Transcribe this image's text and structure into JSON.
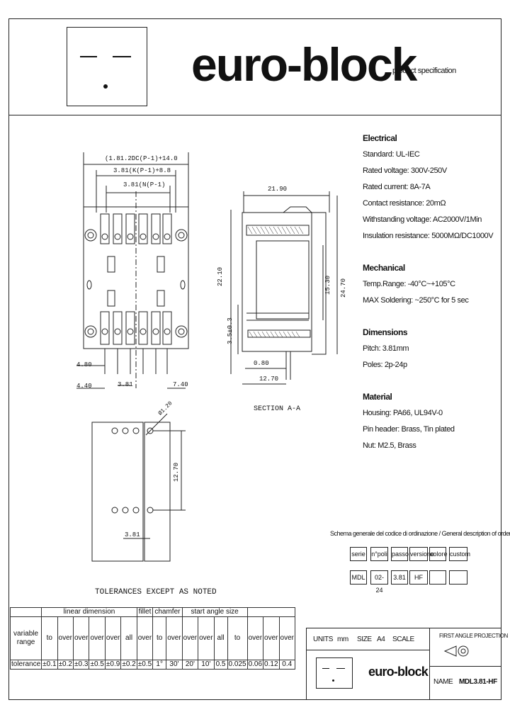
{
  "header": {
    "brand": "euro-block",
    "subtitle": "product specification"
  },
  "specs": {
    "electrical": {
      "heading": "Electrical",
      "lines": [
        "Standard: UL-IEC",
        "Rated voltage: 300V-250V",
        "Rated current: 8A-7A",
        "Contact resistance: 20mΩ",
        "Withstanding voltage: AC2000V/1Min",
        "Insulation resistance: 5000MΩ/DC1000V"
      ]
    },
    "mechanical": {
      "heading": "Mechanical",
      "lines": [
        "Temp.Range: -40°C~+105°C",
        "MAX Soldering: ~250°C for 5 sec"
      ]
    },
    "dimensions": {
      "heading": "Dimensions",
      "lines": [
        "Pitch: 3.81mm",
        "Poles: 2p-24p"
      ]
    },
    "material": {
      "heading": "Material",
      "lines": [
        "Housing: PA66, UL94V-0",
        "Pin header: Brass, Tin plated",
        "Nut: M2.5, Brass"
      ]
    }
  },
  "drawing": {
    "dim_top1": "(1.81.2DC(P-1)+14.0",
    "dim_top2": "3.81(K(P-1)+8.8",
    "dim_top3": "3.81(N(P-1)",
    "dim_2190": "21.90",
    "dim_2210": "22.10",
    "dim_2470": "24.70",
    "dim_1530": "15.30",
    "dim_35": "3.5±0.3",
    "dim_080": "0.80",
    "dim_1270b": "12.70",
    "dim_480": "4.80",
    "dim_440": "4.40",
    "dim_381": "3.81",
    "dim_740": "7.40",
    "section": "SECTION A-A",
    "dim_12": "Ø1.20",
    "dim_1270": "12.70",
    "dim_381b": "3.81"
  },
  "order_code": {
    "caption": "Schema generale del codice di ordinazione / General description of ordering code",
    "labels": [
      "serie",
      "n°poli",
      "passo",
      "versione",
      "colore",
      "custom"
    ],
    "values": [
      "MDL",
      "02-24",
      "3.81",
      "HF",
      "",
      ""
    ]
  },
  "tolerance": {
    "title": "TOLERANCES EXCEPT AS NOTED",
    "head": [
      "linear dimension",
      "fillet",
      "chamfer",
      "start angle size"
    ],
    "row_label1": "variable",
    "row_label2": "range",
    "over_label": "over",
    "to_label": "to",
    "all_label": "all",
    "tol_label": "tolerance",
    "values": [
      "±0.1",
      "±0.2",
      "±0.3",
      "±0.5",
      "±0.9",
      "±0.2",
      "±0.5",
      "1°",
      "30'",
      "20'",
      "10'",
      "0.5",
      "0.025",
      "0.06",
      "0.12",
      "0.4"
    ]
  },
  "title_block": {
    "units_label": "UNITS",
    "units_value": "mm",
    "size_label": "SIZE",
    "size_value": "A4",
    "scale_label": "SCALE",
    "projection": "FIRST ANGLE PROJECTION",
    "brand": "euro-block",
    "name_label": "NAME",
    "name_value": "MDL3.81-HF"
  }
}
